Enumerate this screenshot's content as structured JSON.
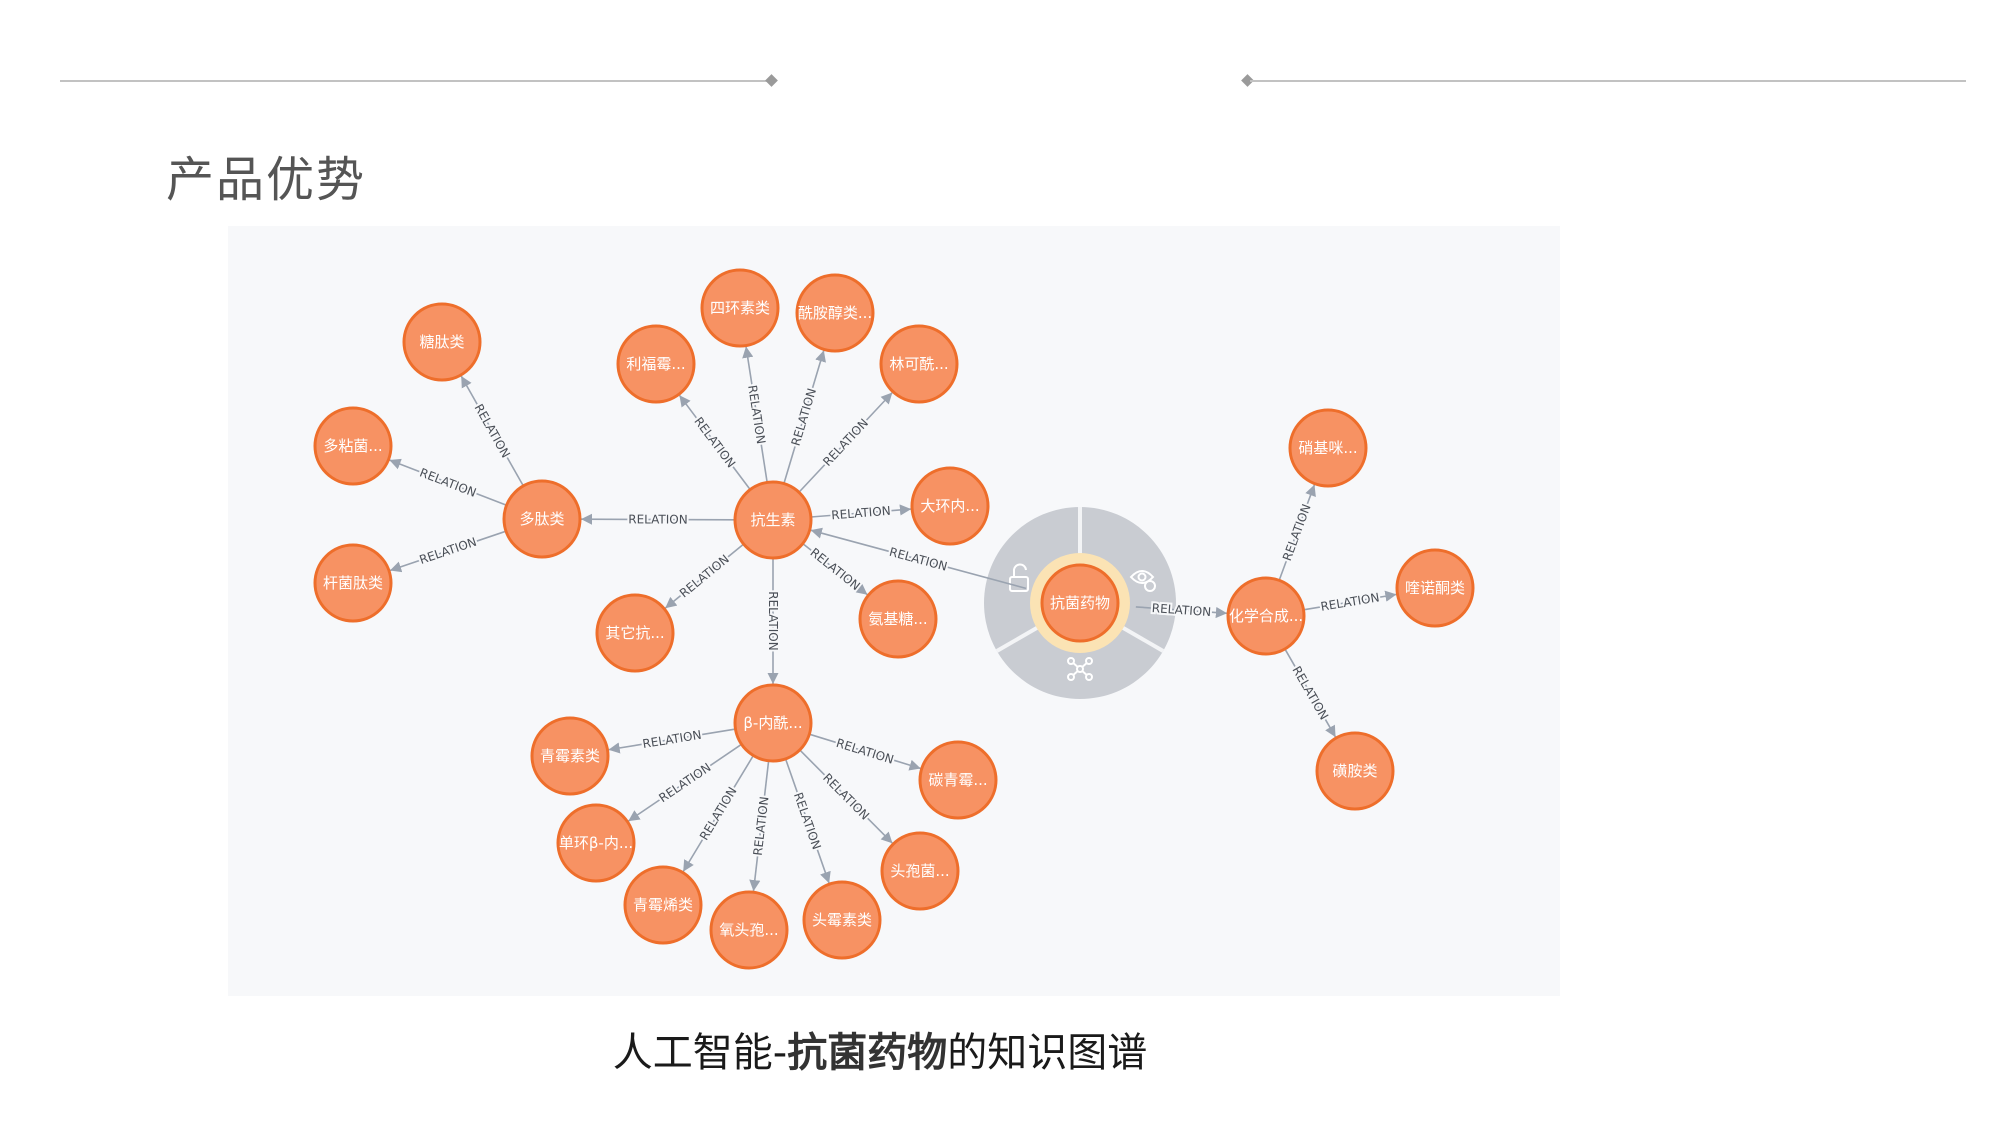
{
  "slide": {
    "heading": "产品优势",
    "caption_prefix": "人工智能-",
    "caption_bold": "抗菌药物",
    "caption_suffix": "的知识图谱"
  },
  "colors": {
    "node_fill": "#f79263",
    "node_stroke": "#ee6e2b",
    "edge": "#9aa3b0",
    "ring": "#c9ccd2",
    "center_halo": "#fbe3b4"
  },
  "menu_icons": [
    "lock-icon",
    "eye-icon",
    "expand-graph-icon"
  ],
  "graph": {
    "edge_label": "RELATION",
    "root": "root",
    "nodes": [
      {
        "id": "root",
        "label": "抗菌药物"
      },
      {
        "id": "kss",
        "label": "抗生素"
      },
      {
        "id": "dtl",
        "label": "多肽类"
      },
      {
        "id": "tt",
        "label": "糖肽类"
      },
      {
        "id": "dnj",
        "label": "多粘菌..."
      },
      {
        "id": "gjt",
        "label": "杆菌肽类"
      },
      {
        "id": "lfm",
        "label": "利福霉..."
      },
      {
        "id": "shs",
        "label": "四环素类"
      },
      {
        "id": "xac",
        "label": "酰胺醇类..."
      },
      {
        "id": "lkx",
        "label": "林可酰..."
      },
      {
        "id": "dhn",
        "label": "大环内..."
      },
      {
        "id": "qtk",
        "label": "其它抗..."
      },
      {
        "id": "jjt",
        "label": "氨基糖..."
      },
      {
        "id": "bnx",
        "label": "β-内酰..."
      },
      {
        "id": "qms",
        "label": "青霉素类"
      },
      {
        "id": "dhb",
        "label": "单环β-内..."
      },
      {
        "id": "qmx",
        "label": "青霉烯类"
      },
      {
        "id": "qtb",
        "label": "氧头孢..."
      },
      {
        "id": "tms",
        "label": "头霉素类"
      },
      {
        "id": "tbj",
        "label": "头孢菌..."
      },
      {
        "id": "tqm",
        "label": "碳青霉..."
      },
      {
        "id": "hxh",
        "label": "化学合成..."
      },
      {
        "id": "xjm",
        "label": "硝基咪..."
      },
      {
        "id": "ktl",
        "label": "喹诺酮类"
      },
      {
        "id": "hal",
        "label": "磺胺类"
      }
    ],
    "edges": [
      {
        "from": "root",
        "to": "kss"
      },
      {
        "from": "root",
        "to": "hxh"
      },
      {
        "from": "kss",
        "to": "dtl"
      },
      {
        "from": "kss",
        "to": "lfm"
      },
      {
        "from": "kss",
        "to": "shs"
      },
      {
        "from": "kss",
        "to": "xac"
      },
      {
        "from": "kss",
        "to": "lkx"
      },
      {
        "from": "kss",
        "to": "dhn"
      },
      {
        "from": "kss",
        "to": "jjt"
      },
      {
        "from": "kss",
        "to": "qtk"
      },
      {
        "from": "kss",
        "to": "bnx"
      },
      {
        "from": "dtl",
        "to": "tt"
      },
      {
        "from": "dtl",
        "to": "dnj"
      },
      {
        "from": "dtl",
        "to": "gjt"
      },
      {
        "from": "bnx",
        "to": "qms"
      },
      {
        "from": "bnx",
        "to": "dhb"
      },
      {
        "from": "bnx",
        "to": "qmx"
      },
      {
        "from": "bnx",
        "to": "qtb"
      },
      {
        "from": "bnx",
        "to": "tms"
      },
      {
        "from": "bnx",
        "to": "tbj"
      },
      {
        "from": "bnx",
        "to": "tqm"
      },
      {
        "from": "hxh",
        "to": "xjm"
      },
      {
        "from": "hxh",
        "to": "ktl"
      },
      {
        "from": "hxh",
        "to": "hal"
      }
    ]
  }
}
